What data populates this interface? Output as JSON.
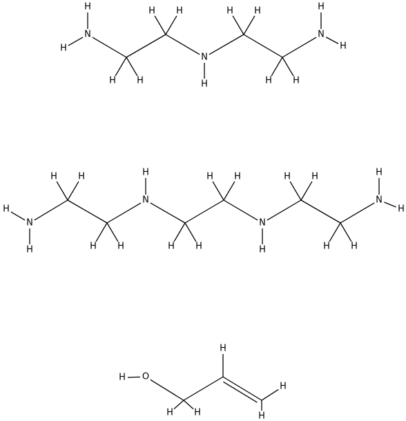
{
  "molecules": [
    {
      "atoms": [
        {
          "el": "N",
          "label": "N"
        },
        {
          "el": "C",
          "label": ""
        },
        {
          "el": "C",
          "label": ""
        },
        {
          "el": "N",
          "label": "N"
        },
        {
          "el": "C",
          "label": ""
        },
        {
          "el": "C",
          "label": ""
        },
        {
          "el": "N",
          "label": "N"
        },
        {
          "el": "H",
          "label": "H"
        },
        {
          "el": "H",
          "label": "H"
        },
        {
          "el": "H",
          "label": "H"
        },
        {
          "el": "H",
          "label": "H"
        },
        {
          "el": "H",
          "label": "H"
        },
        {
          "el": "H",
          "label": "H"
        },
        {
          "el": "H",
          "label": "H"
        },
        {
          "el": "H",
          "label": "H"
        },
        {
          "el": "H",
          "label": "H"
        },
        {
          "el": "H",
          "label": "H"
        },
        {
          "el": "H",
          "label": "H"
        },
        {
          "el": "H",
          "label": "H"
        },
        {
          "el": "H",
          "label": "H"
        }
      ],
      "bonds": [
        [
          0,
          1,
          1
        ],
        [
          1,
          2,
          1
        ],
        [
          2,
          3,
          1
        ],
        [
          3,
          4,
          1
        ],
        [
          4,
          5,
          1
        ],
        [
          5,
          6,
          1
        ],
        [
          0,
          7,
          1
        ],
        [
          0,
          8,
          1
        ],
        [
          1,
          9,
          1
        ],
        [
          1,
          10,
          1
        ],
        [
          2,
          11,
          1
        ],
        [
          2,
          12,
          1
        ],
        [
          3,
          13,
          1
        ],
        [
          4,
          14,
          1
        ],
        [
          4,
          15,
          1
        ],
        [
          5,
          16,
          1
        ],
        [
          5,
          17,
          1
        ],
        [
          6,
          18,
          1
        ],
        [
          6,
          19,
          1
        ]
      ]
    },
    {
      "atoms": [
        {
          "el": "N",
          "label": "N"
        },
        {
          "el": "C",
          "label": ""
        },
        {
          "el": "C",
          "label": ""
        },
        {
          "el": "N",
          "label": "N"
        },
        {
          "el": "C",
          "label": ""
        },
        {
          "el": "C",
          "label": ""
        },
        {
          "el": "N",
          "label": "N"
        },
        {
          "el": "C",
          "label": ""
        },
        {
          "el": "C",
          "label": ""
        },
        {
          "el": "N",
          "label": "N"
        },
        {
          "el": "H",
          "label": "H"
        },
        {
          "el": "H",
          "label": "H"
        },
        {
          "el": "H",
          "label": "H"
        },
        {
          "el": "H",
          "label": "H"
        },
        {
          "el": "H",
          "label": "H"
        },
        {
          "el": "H",
          "label": "H"
        },
        {
          "el": "H",
          "label": "H"
        },
        {
          "el": "H",
          "label": "H"
        },
        {
          "el": "H",
          "label": "H"
        },
        {
          "el": "H",
          "label": "H"
        },
        {
          "el": "H",
          "label": "H"
        },
        {
          "el": "H",
          "label": "H"
        },
        {
          "el": "H",
          "label": "H"
        },
        {
          "el": "H",
          "label": "H"
        },
        {
          "el": "H",
          "label": "H"
        },
        {
          "el": "H",
          "label": "H"
        },
        {
          "el": "H",
          "label": "H"
        },
        {
          "el": "H",
          "label": "H"
        }
      ],
      "bonds": [
        [
          0,
          1,
          1
        ],
        [
          1,
          2,
          1
        ],
        [
          2,
          3,
          1
        ],
        [
          3,
          4,
          1
        ],
        [
          4,
          5,
          1
        ],
        [
          5,
          6,
          1
        ],
        [
          6,
          7,
          1
        ],
        [
          7,
          8,
          1
        ],
        [
          8,
          9,
          1
        ],
        [
          0,
          10,
          1
        ],
        [
          0,
          11,
          1
        ],
        [
          1,
          12,
          1
        ],
        [
          1,
          13,
          1
        ],
        [
          2,
          14,
          1
        ],
        [
          2,
          15,
          1
        ],
        [
          3,
          16,
          1
        ],
        [
          4,
          17,
          1
        ],
        [
          4,
          18,
          1
        ],
        [
          5,
          19,
          1
        ],
        [
          5,
          20,
          1
        ],
        [
          6,
          21,
          1
        ],
        [
          7,
          22,
          1
        ],
        [
          7,
          23,
          1
        ],
        [
          8,
          24,
          1
        ],
        [
          8,
          25,
          1
        ],
        [
          9,
          26,
          1
        ],
        [
          9,
          27,
          1
        ]
      ]
    },
    {
      "atoms": [
        {
          "el": "O",
          "label": "O"
        },
        {
          "el": "C",
          "label": ""
        },
        {
          "el": "C",
          "label": ""
        },
        {
          "el": "C",
          "label": ""
        },
        {
          "el": "H",
          "label": "H"
        },
        {
          "el": "H",
          "label": "H"
        },
        {
          "el": "H",
          "label": "H"
        },
        {
          "el": "H",
          "label": "H"
        },
        {
          "el": "H",
          "label": "H"
        },
        {
          "el": "H",
          "label": "H"
        }
      ],
      "bonds": [
        [
          0,
          1,
          1
        ],
        [
          1,
          2,
          1
        ],
        [
          2,
          3,
          2
        ],
        [
          0,
          4,
          1
        ],
        [
          1,
          5,
          1
        ],
        [
          1,
          6,
          1
        ],
        [
          2,
          7,
          1
        ],
        [
          3,
          8,
          1
        ],
        [
          3,
          9,
          1
        ]
      ]
    }
  ]
}
